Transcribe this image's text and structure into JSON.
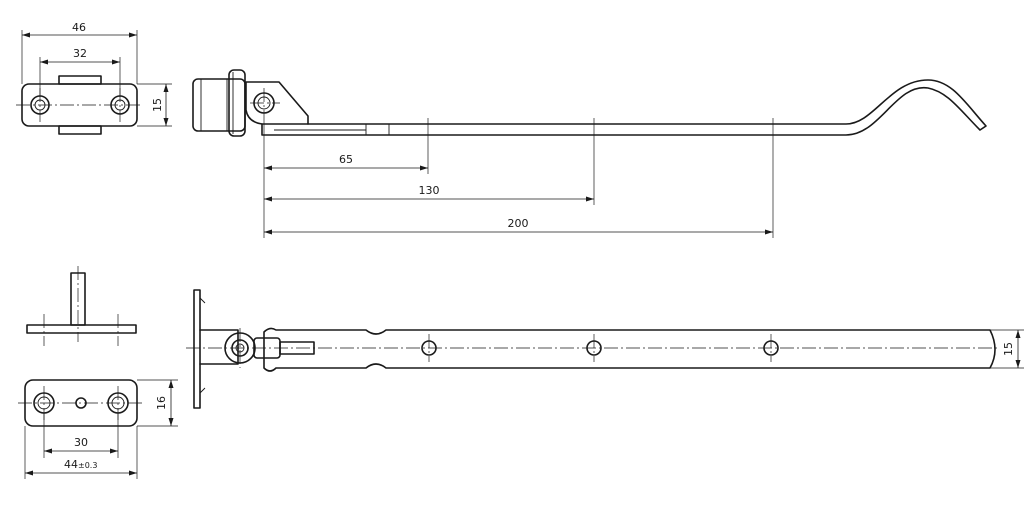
{
  "drawing": {
    "dimensions": {
      "width_46": "46",
      "hole_spacing_32": "32",
      "height_15_top": "15",
      "pos_65": "65",
      "pos_130": "130",
      "pos_200": "200",
      "height_16": "16",
      "hole_spacing_30": "30",
      "width_44": "44",
      "width_44_tol": "±0.3",
      "bar_width_15": "15"
    }
  }
}
